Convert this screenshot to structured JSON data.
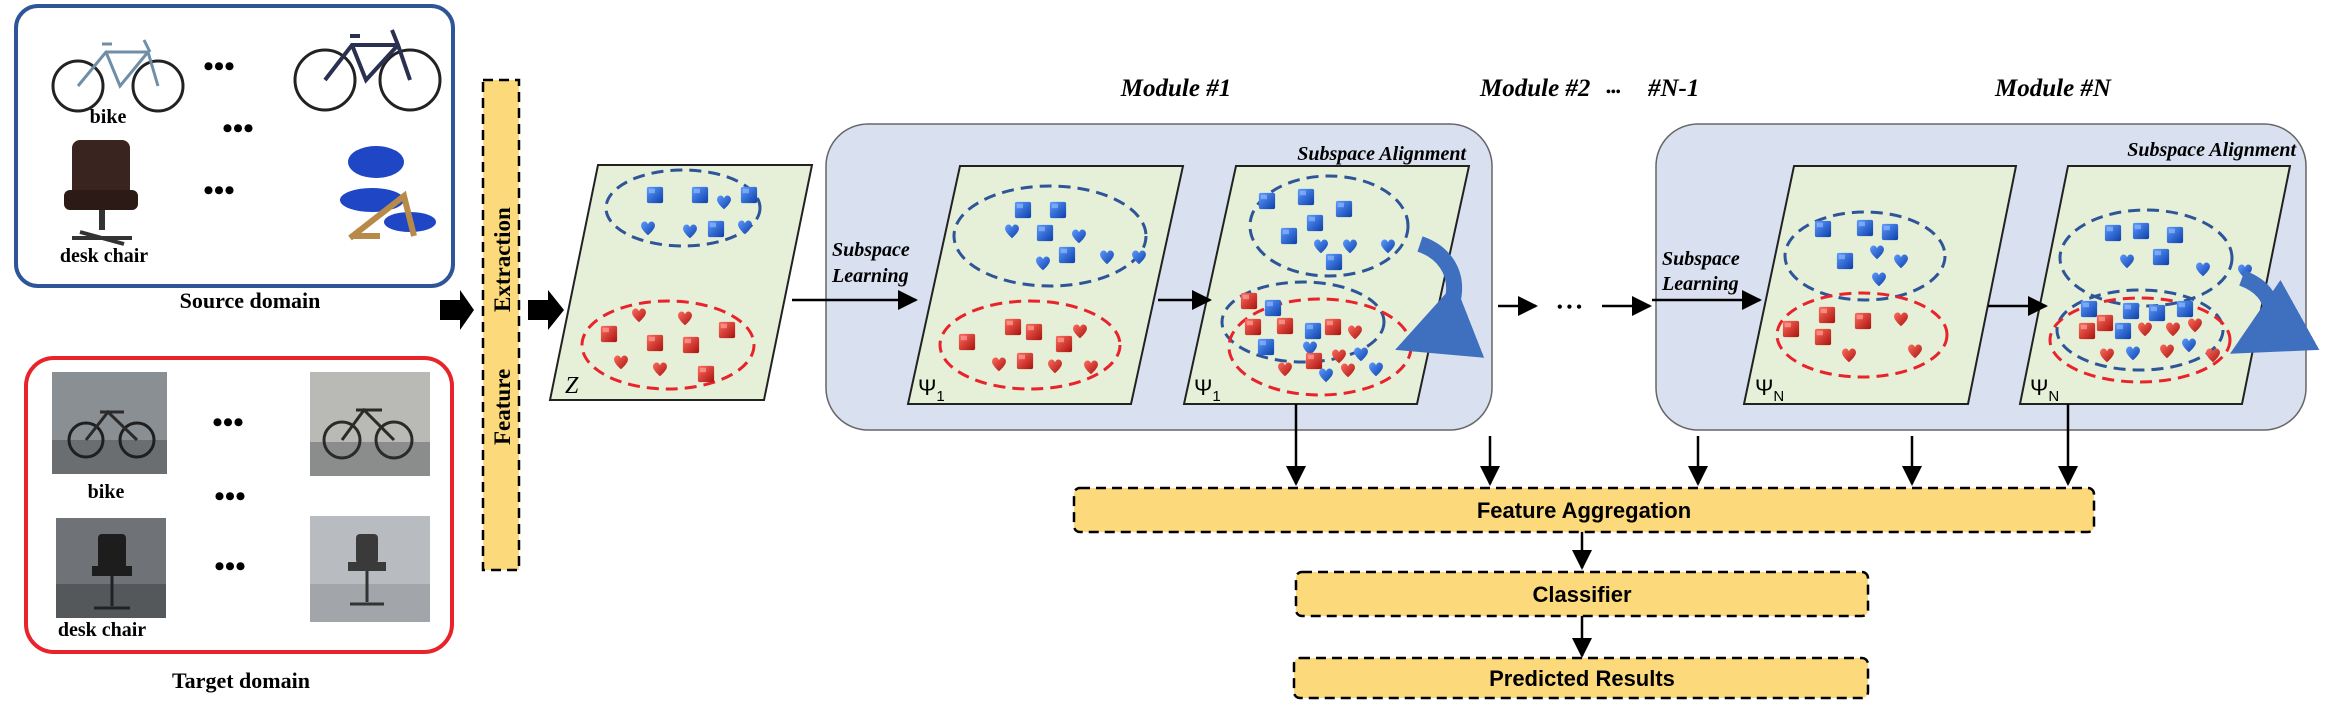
{
  "source": {
    "caption": "Source domain",
    "label_bike": "bike",
    "label_chair": "desk chair",
    "dots": "•••"
  },
  "target": {
    "caption": "Target domain",
    "label_bike": "bike",
    "label_chair": "desk chair",
    "dots": "•••"
  },
  "feature_extraction": {
    "word1": "Feature",
    "word2": "Extraction"
  },
  "z_label": "Z",
  "modules": {
    "m1_title": "Module #1",
    "m2_title": "Module #2",
    "m2_dots": "•••",
    "mn1_title": "#N-1",
    "mn_title": "Module #N",
    "subspace_alignment": "Subspace Alignment",
    "subspace_learning_1": "Subspace",
    "subspace_learning_2": "Learning",
    "psi_1": "Ψ",
    "psi_1_sub": "1",
    "psi_n": "Ψ",
    "psi_n_sub": "N",
    "between_dots": "• • •"
  },
  "pipeline": {
    "aggregation": "Feature Aggregation",
    "classifier": "Classifier",
    "predicted": "Predicted Results"
  },
  "colors": {
    "source_border": "#2e5597",
    "target_border": "#e8232a",
    "module_fill": "#d9e1f0",
    "panel_fill": "#e6efd8",
    "box_fill": "#fcd97a",
    "blue_marker": "#1f62d6",
    "red_marker": "#d9231d"
  }
}
